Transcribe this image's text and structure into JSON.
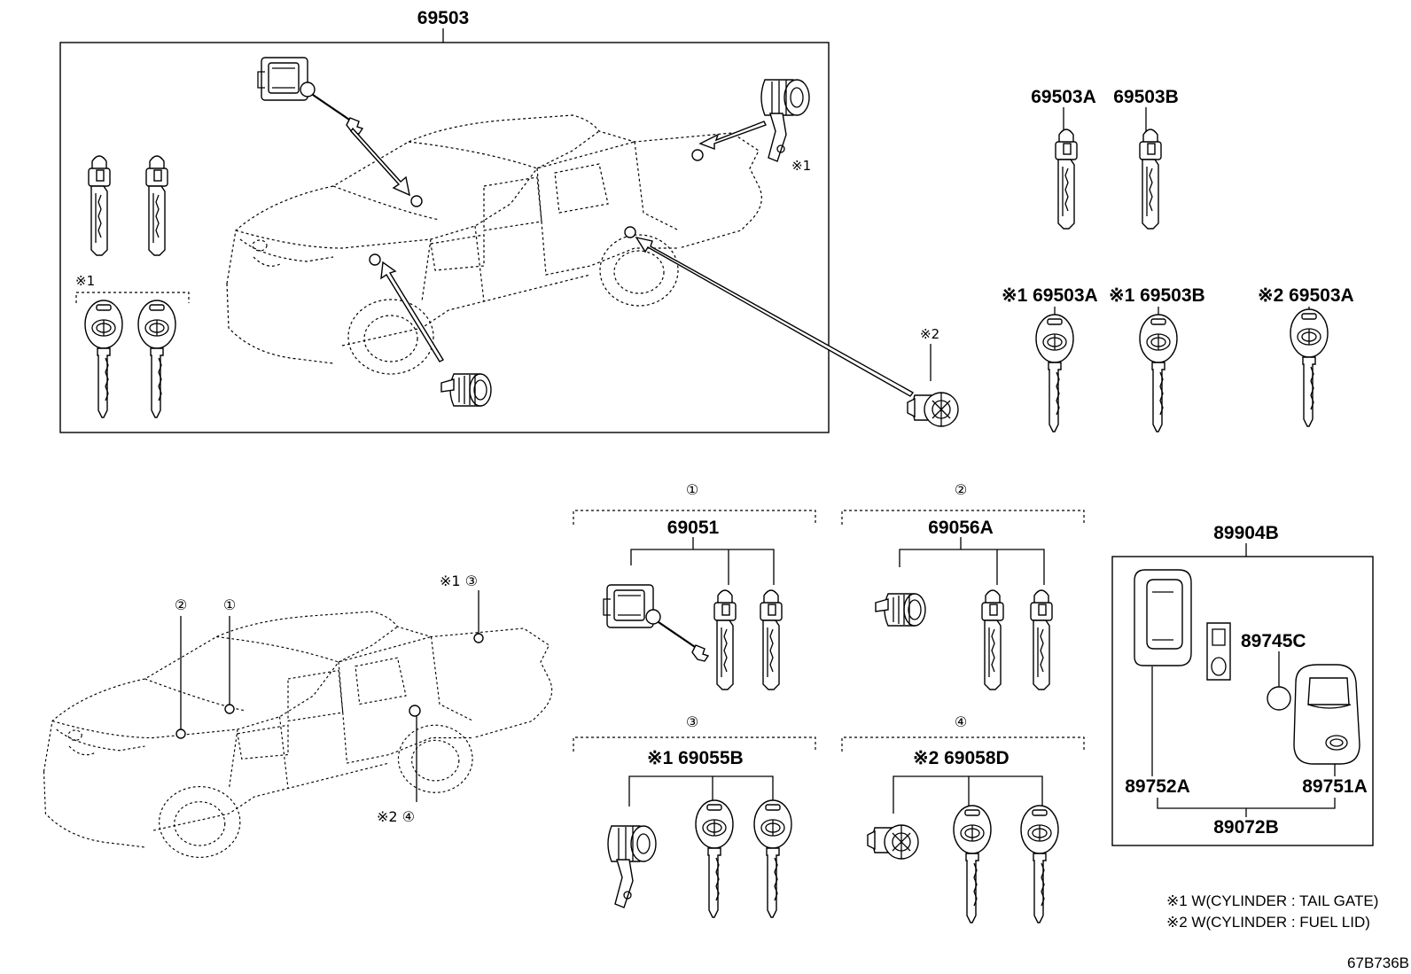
{
  "diagram_code": "67B736B",
  "main_assembly": {
    "part_number": "69503",
    "tail_gate_mark": "※1",
    "fuel_lid_mark": "※2"
  },
  "loose_keys": {
    "top_left": "69503A",
    "top_right": "69503B",
    "mid_left": "※1 69503A",
    "mid_center": "※1 69503B",
    "mid_right": "※2 69503A"
  },
  "kits": [
    {
      "circle": "①",
      "part_number": "69051"
    },
    {
      "circle": "②",
      "part_number": "69056A"
    },
    {
      "circle": "③",
      "part_number": "※1 69055B"
    },
    {
      "circle": "④",
      "part_number": "※2 69058D"
    }
  ],
  "truck_callouts": {
    "c1": "①",
    "c2": "②",
    "c3": "※1 ③",
    "c4": "※2 ④"
  },
  "smart_key": {
    "assembly": "89904B",
    "battery": "89745C",
    "case": "89752A",
    "transmitter": "89751A",
    "housing_set": "89072B"
  },
  "notes": [
    "※1 W(CYLINDER : TAIL GATE)",
    "※2 W(CYLINDER : FUEL LID)"
  ],
  "icons": [
    "door-lock-cylinder-icon",
    "ignition-cylinder-icon",
    "tailgate-cylinder-icon",
    "fuel-lid-cylinder-icon",
    "blade-key-icon",
    "transponder-key-icon",
    "smart-key-fob-icon",
    "coin-battery-icon",
    "pickup-truck-icon"
  ]
}
